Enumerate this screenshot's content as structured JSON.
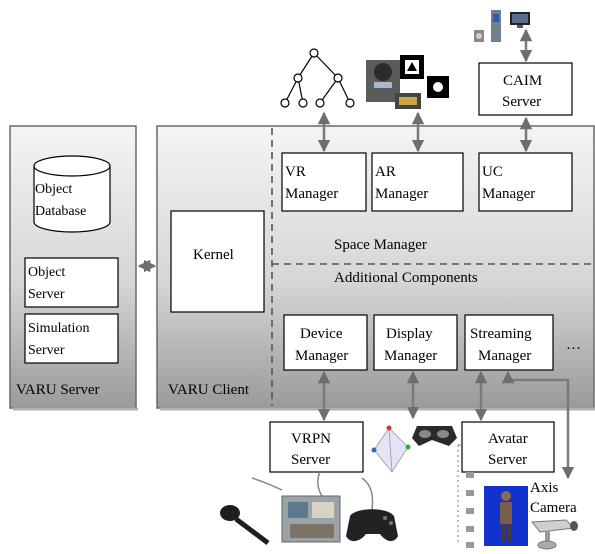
{
  "varu_server": {
    "title": "VARU Server",
    "object_database": [
      "Object",
      "Database"
    ],
    "object_server": [
      "Object",
      "Server"
    ],
    "simulation_server": [
      "Simulation",
      "Server"
    ]
  },
  "varu_client": {
    "title": "VARU Client",
    "kernel": "Kernel",
    "space_manager": "Space Manager",
    "additional_components": "Additional Components",
    "vr_manager": [
      "VR",
      "Manager"
    ],
    "ar_manager": [
      "AR",
      "Manager"
    ],
    "uc_manager": [
      "UC",
      "Manager"
    ],
    "device_manager": [
      "Device",
      "Manager"
    ],
    "display_manager": [
      "Display",
      "Manager"
    ],
    "streaming_manager": [
      "Streaming",
      "Manager"
    ],
    "ellipsis": "…"
  },
  "external": {
    "caim_server": [
      "CAIM",
      "Server"
    ],
    "vrpn_server": [
      "VRPN",
      "Server"
    ],
    "avatar_server": [
      "Avatar",
      "Server"
    ],
    "axis_camera": [
      "Axis",
      "Camera"
    ]
  },
  "colors": {
    "panel_top": "#f4f4f4",
    "panel_bottom": "#9b9b9b",
    "border": "#000000",
    "arrow": "#7a7a7a",
    "dashed": "#555555"
  }
}
